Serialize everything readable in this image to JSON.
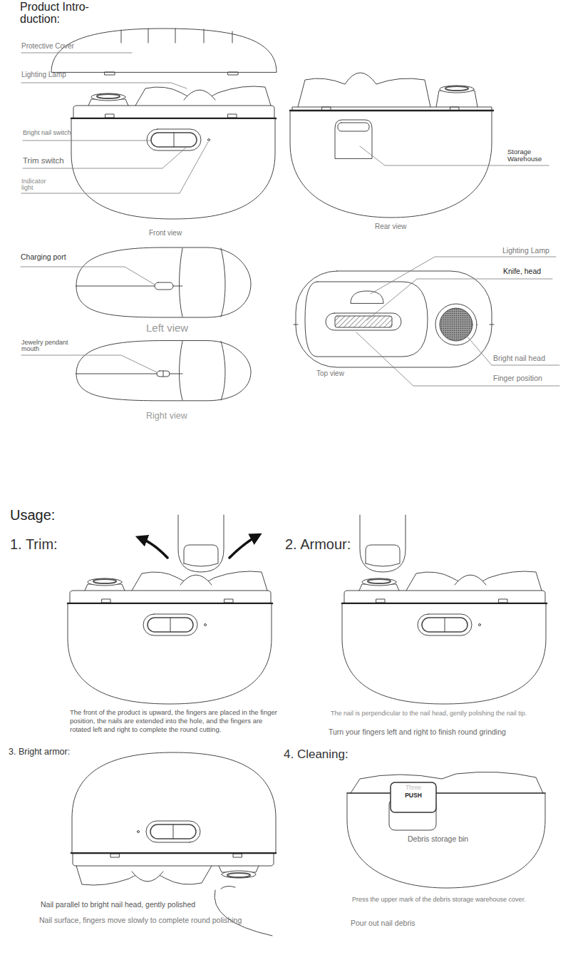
{
  "diagram": {
    "title": "Product Intro- duction:",
    "labels": [
      "Protective Cover",
      "Lighting Lamp",
      "Bright nail switch",
      "Trim switch",
      "Indicator light",
      "Front view",
      "Storage Warehouse",
      "Rear view",
      "Charging port",
      "Left view",
      "Jewelry pendant mouth",
      "Right view",
      "Lighting Lamp",
      "Knife, head",
      "Top view",
      "Bright nail head",
      "Finger position",
      "Usage:",
      "1. Trim:",
      "2. Armour:",
      "The front of the product is upward, the fingers are placed in the finger position, the nails are extended into the hole, and the fingers are rotated left and right to complete the round cutting.",
      "The nail is perpendicular to the nail head, gently polishing the nail tip.",
      "Turn your fingers left and right to finish round grinding",
      "3. Bright armor:",
      "4. Cleaning:",
      "Three",
      "PUSH",
      "Debris storage bin",
      "Nail parallel to bright nail head, gently polished",
      "Nail surface, fingers move slowly to complete round polishing",
      "Press the upper mark of the debris storage warehouse cover.",
      "Pour out nail debris"
    ]
  }
}
